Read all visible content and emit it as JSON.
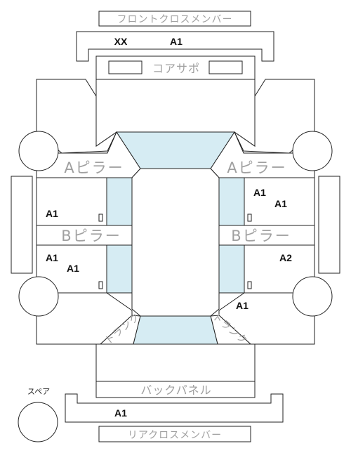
{
  "labels": {
    "front_cross_member": "フロントクロスメンバー",
    "core_support": "コアサポ",
    "a_pillar_left": "Aピラー",
    "a_pillar_right": "Aピラー",
    "b_pillar_left": "Bピラー",
    "b_pillar_right": "Bピラー",
    "trunk_left": "トランク",
    "trunk_right": "トランク",
    "back_panel": "バックパネル",
    "rear_cross_member": "リアクロスメンバー",
    "spare": "スペア"
  },
  "marks": {
    "front_cross_xx": "XX",
    "front_cross_a1": "A1",
    "front_right_door_1": "A1",
    "front_right_door_2": "A1",
    "front_left_door": "A1",
    "rear_left_door_1": "A1",
    "rear_left_door_2": "A1",
    "rear_right_door": "A2",
    "rear_right_quarter": "A1",
    "rear_cross_a1": "A1"
  },
  "colors": {
    "glass": "#d6ecf3",
    "line": "#222222",
    "label_gray": "#a0a0a0",
    "mark": "#111111"
  }
}
